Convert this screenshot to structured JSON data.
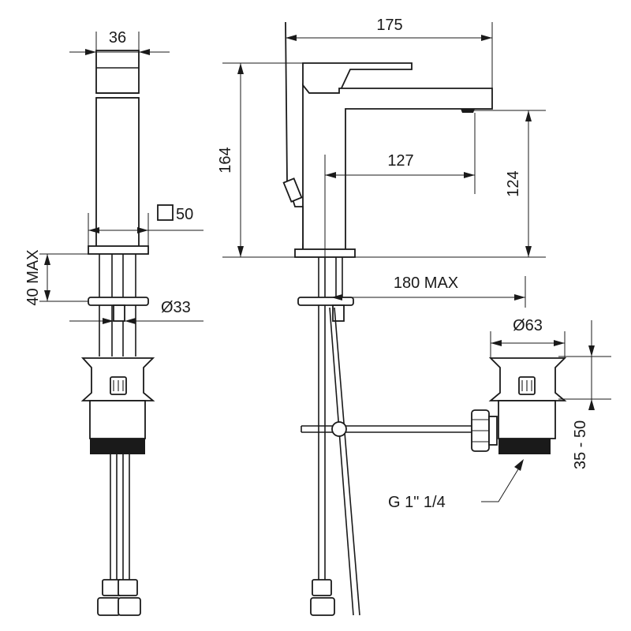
{
  "dimensions": {
    "top_width": "36",
    "body_square": "50",
    "mount_thickness": "40 MAX",
    "shank_diameter": "Ø33",
    "total_depth": "175",
    "height": "164",
    "spout_reach": "127",
    "spout_height": "124",
    "rod_length": "180 MAX",
    "waste_diameter": "Ø63",
    "waste_range": "35 - 50",
    "thread": "G 1\" 1/4"
  },
  "icons": {
    "square_symbol": "square-outline-icon"
  }
}
